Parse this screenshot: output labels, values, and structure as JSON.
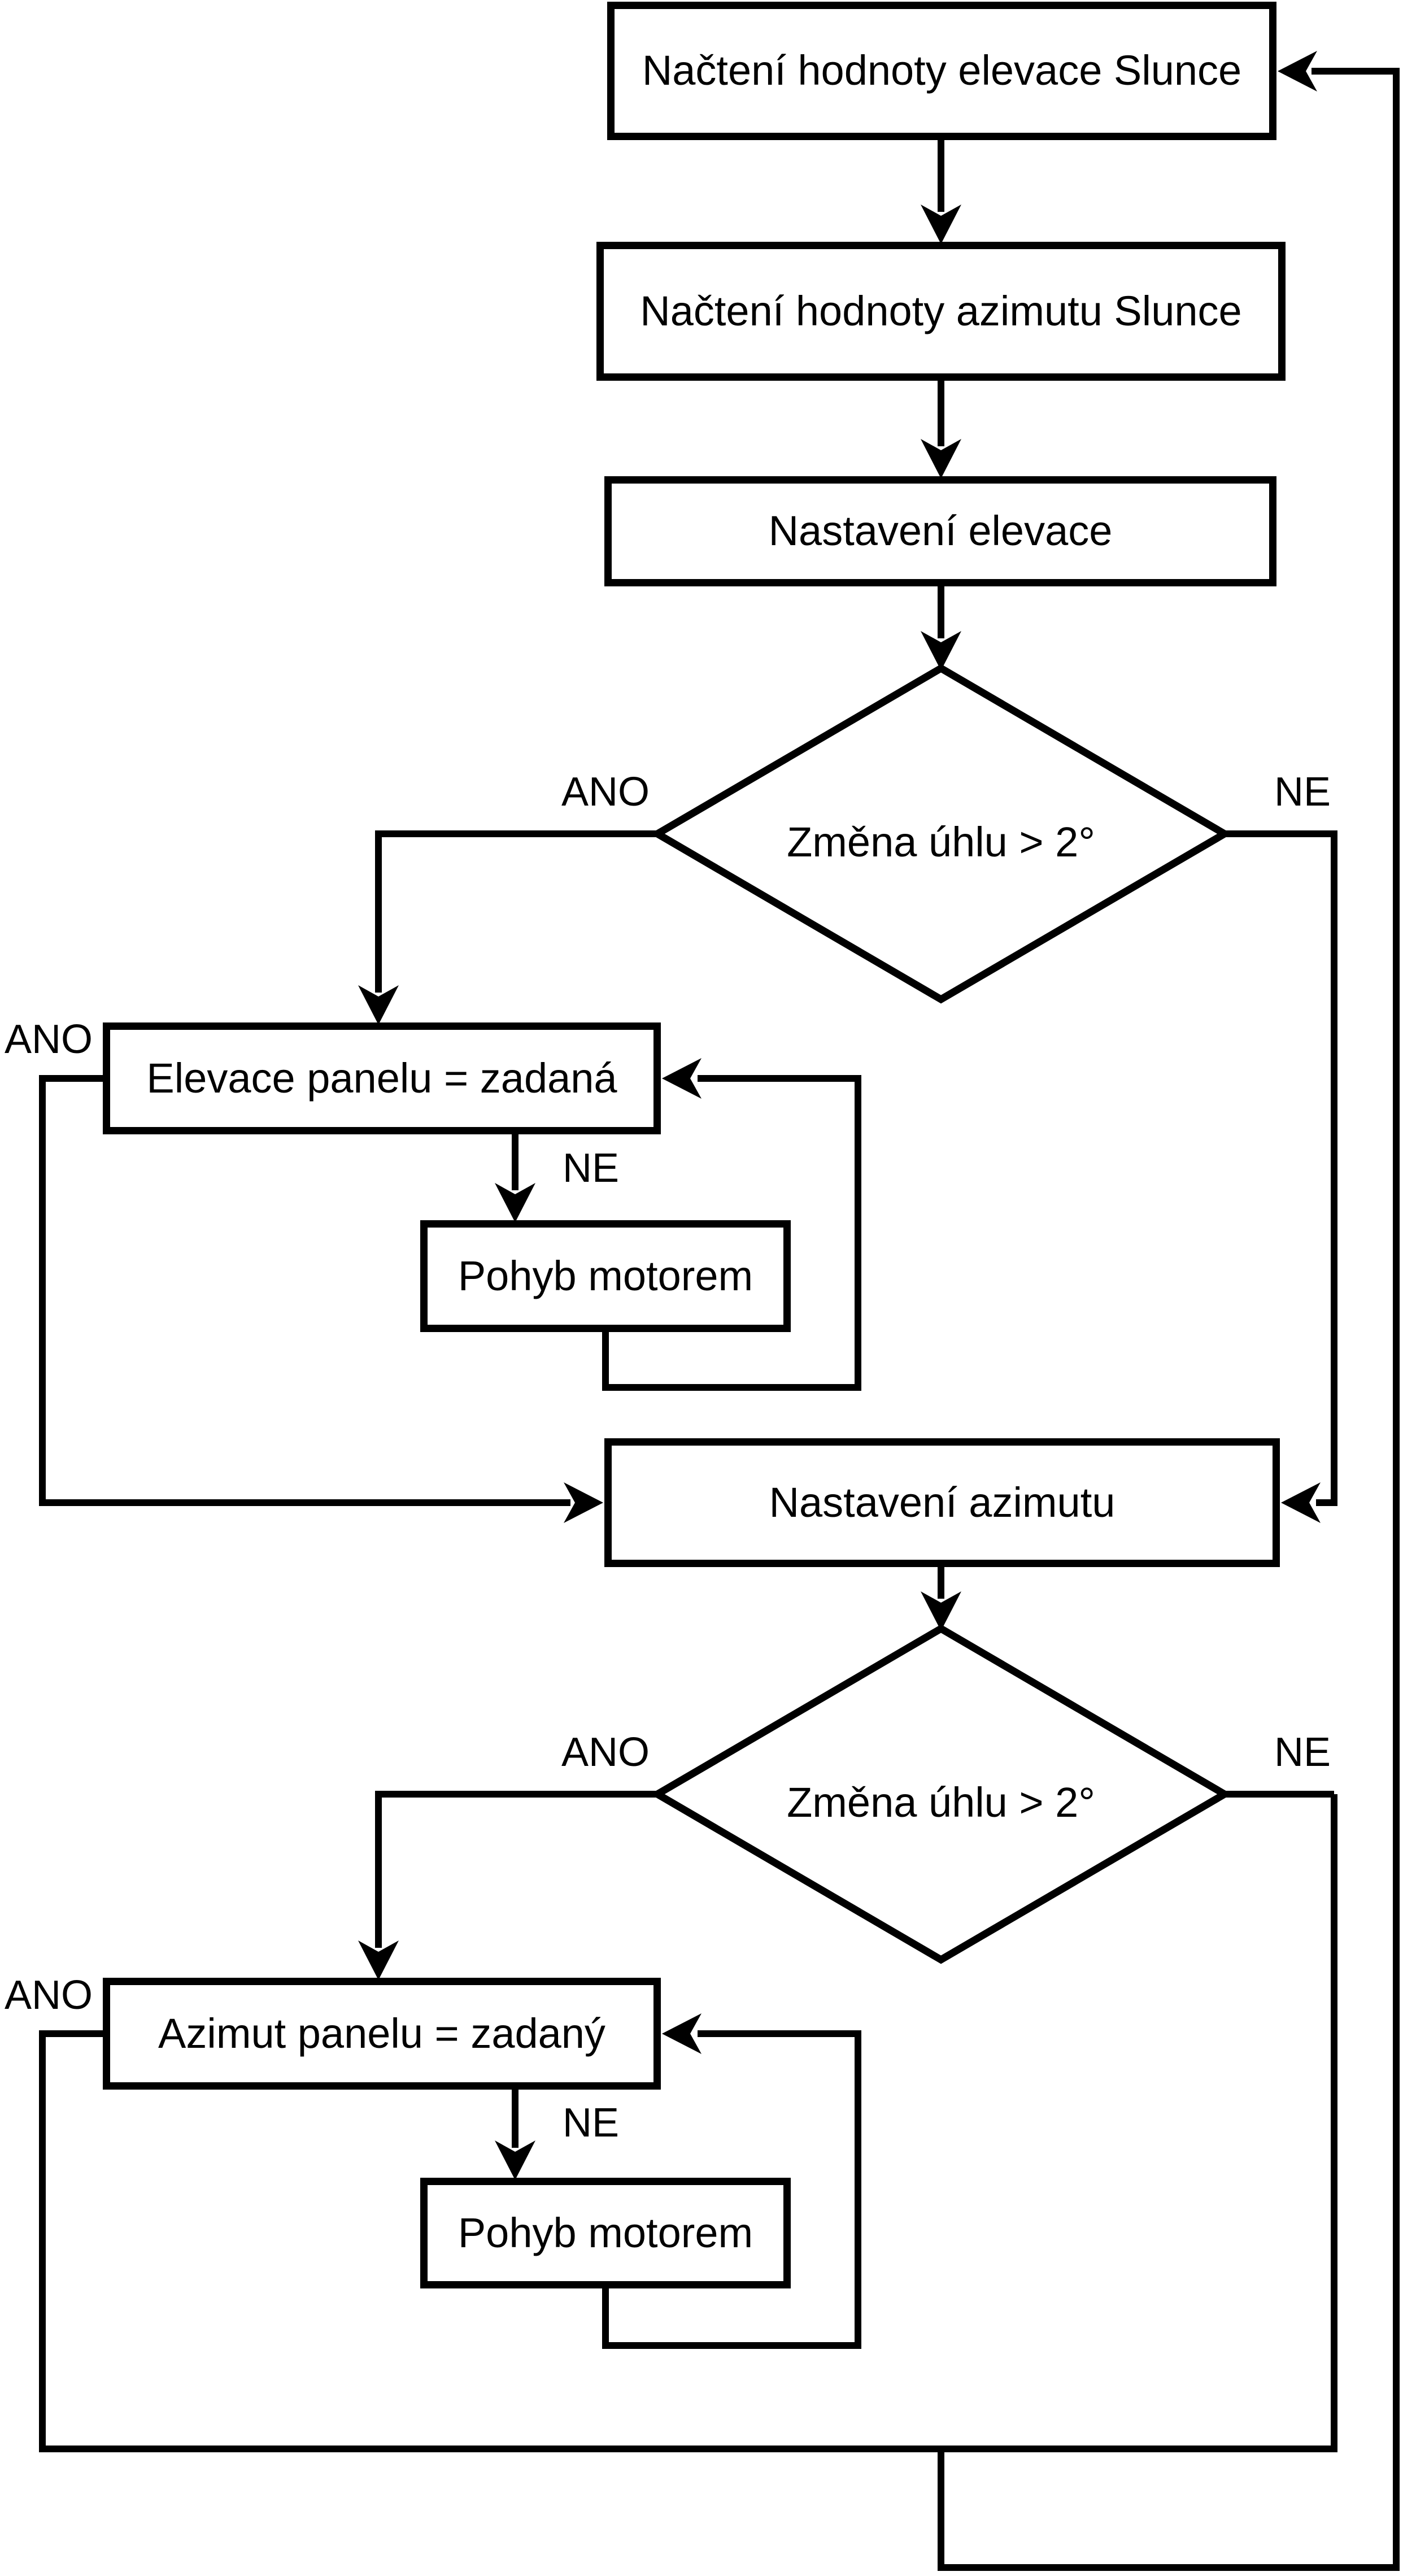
{
  "colors": {
    "background": "#ffffff",
    "line": "#000000",
    "text": "#000000",
    "node_fill": "#ffffff"
  },
  "nodes": {
    "load_elevation": {
      "label": "Načtení hodnoty elevace Slunce",
      "type": "process"
    },
    "load_azimuth": {
      "label": "Načtení hodnoty azimutu Slunce",
      "type": "process"
    },
    "set_elevation": {
      "label": "Nastavení elevace",
      "type": "process"
    },
    "elevation_decision": {
      "label": "Změna úhlu > 2°",
      "type": "decision"
    },
    "elevation_reached": {
      "label": "Elevace panelu = zadaná",
      "type": "process"
    },
    "elevation_motor": {
      "label": "Pohyb motorem",
      "type": "process"
    },
    "set_azimuth": {
      "label": "Nastavení azimutu",
      "type": "process"
    },
    "azimuth_decision": {
      "label": "Změna úhlu > 2°",
      "type": "decision"
    },
    "azimuth_reached": {
      "label": "Azimut panelu = zadaný",
      "type": "process"
    },
    "azimuth_motor": {
      "label": "Pohyb motorem",
      "type": "process"
    }
  },
  "branch_labels": {
    "elevation_decision_yes": "ANO",
    "elevation_decision_no": "NE",
    "elevation_reached_yes": "ANO",
    "elevation_reached_no": "NE",
    "azimuth_decision_yes": "ANO",
    "azimuth_decision_no": "NE",
    "azimuth_reached_yes": "ANO",
    "azimuth_reached_no": "NE"
  }
}
